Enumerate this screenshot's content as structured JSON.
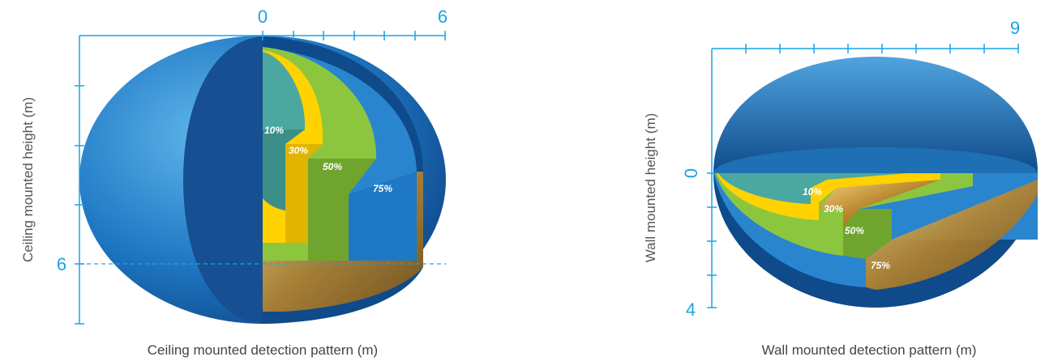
{
  "ceiling": {
    "x_start": "0",
    "x_end": "6",
    "y_marker": "6",
    "y_axis_label": "Ceiling mounted height (m)",
    "caption": "Ceiling mounted detection pattern (m)",
    "zones": [
      "10%",
      "30%",
      "50%",
      "75%"
    ]
  },
  "wall": {
    "x_end": "9",
    "y_start": "0",
    "y_end": "4",
    "y_axis_label": "Wall mounted height (m)",
    "caption": "Wall mounted detection pattern (m)",
    "zones": [
      "10%",
      "30%",
      "50%",
      "75%"
    ]
  },
  "colors": {
    "axis": "#1aa3e6",
    "outer_blue": "#1f6fb5",
    "dark_blue": "#0f4a8a",
    "mid_blue": "#2a85cf",
    "green": "#8cc63f",
    "yellow": "#ffd200",
    "teal": "#4aa8a0",
    "gold": "#c89a3a"
  }
}
